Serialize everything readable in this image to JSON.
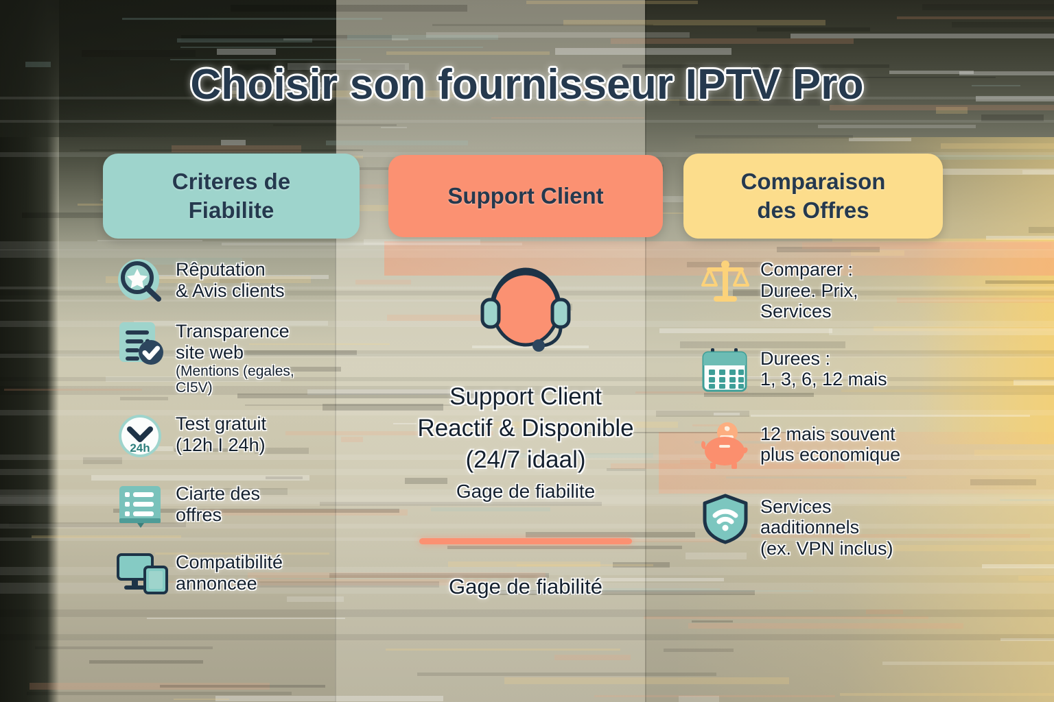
{
  "title": "Choisir son fournisseur IPTV Pro",
  "colors": {
    "teal": "#9ed4cc",
    "coral": "#fb9172",
    "yellow": "#fcdd8c",
    "navy": "#25394e",
    "text": "#14202e"
  },
  "columns": {
    "left": {
      "header": "Criteres de\nFiabilite",
      "header_line1": "Criteres de",
      "header_line2": "Fiabilite",
      "items": [
        {
          "icon": "magnifier-star-icon",
          "line1": "Rêputation",
          "line2": "& Avis clients",
          "sub": ""
        },
        {
          "icon": "document-check-icon",
          "line1": "Transparence",
          "line2": "site web",
          "sub": "(Mentions (egales,\nCI5V)"
        },
        {
          "icon": "clock-24h-icon",
          "line1": "Test gratuit",
          "line2": "(12h I 24h)",
          "sub": ""
        },
        {
          "icon": "list-card-icon",
          "line1": "Ciarte des",
          "line2": "offres",
          "sub": ""
        },
        {
          "icon": "devices-icon",
          "line1": "Compatibilité",
          "line2": "annoncee",
          "sub": ""
        }
      ]
    },
    "middle": {
      "header": "Support Client",
      "icon": "headset-icon",
      "main_line1": "Support Client",
      "main_line2": "Reactif & Disponible",
      "main_line3": "(24/7 idaal)",
      "sub": "Gage de fiabilite",
      "footer": "Gage de fiabilité"
    },
    "right": {
      "header_line1": "Comparaison",
      "header_line2": "des Offres",
      "items": [
        {
          "icon": "scales-icon",
          "line1": "Comparer :",
          "line2": "Duree. Prix,",
          "line3": "Services"
        },
        {
          "icon": "calendar-icon",
          "line1": "Durees :",
          "line2": "1, 3, 6, 12 mais",
          "line3": ""
        },
        {
          "icon": "piggy-bank-icon",
          "line1": "12 mais souvent",
          "line2": "plus economique",
          "line3": ""
        },
        {
          "icon": "shield-wifi-icon",
          "line1": "Services",
          "line2": "aaditionnels",
          "line3": "(ex. VPN inclus)"
        }
      ]
    }
  }
}
